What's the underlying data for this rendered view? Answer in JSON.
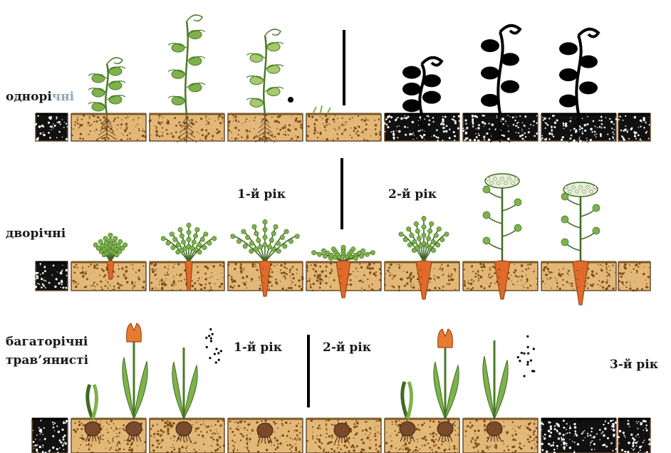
{
  "rows": [
    {
      "label_main": "однорі",
      "label_faded": "чні"
    },
    {
      "label": "дворічні",
      "year1": "1-й рік",
      "year2": "2-й рік"
    },
    {
      "label_line1": "багаторічні",
      "label_line2": "трав’янисті",
      "year1": "1-й рік",
      "year2": "2-й рік",
      "year3": "3-й рік"
    }
  ],
  "colors": {
    "soil_fill": "#e3b877",
    "soil_speck": "#7a4a1a",
    "stem": "#4b7a2a",
    "leaf": "#7fb24a",
    "leaf_dark": "#3d6b22",
    "carrot": "#e06a2a",
    "tulip": "#e87a30",
    "dead": "#000000",
    "divider": "#000000"
  }
}
